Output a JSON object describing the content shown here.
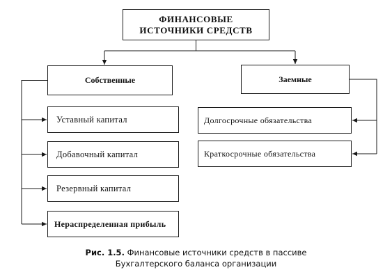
{
  "root": {
    "label": "ФИНАНСОВЫЕ\nИСТОЧНИКИ СРЕДСТВ"
  },
  "categories": {
    "own": "Собственные",
    "borrowed": "Заемные"
  },
  "own_items": [
    "Уставный капитал",
    "Добавочный капитал",
    "Резервный капитал",
    "Нераспределенная прибыль"
  ],
  "borrowed_items": [
    "Долгосрочные обязательства",
    "Краткосрочные обязательства"
  ],
  "caption": {
    "lead": "Рис. 1.5.",
    "line1": "Финансовые источники средств в пассиве",
    "line2": "Бухгалтерского баланса организации"
  }
}
